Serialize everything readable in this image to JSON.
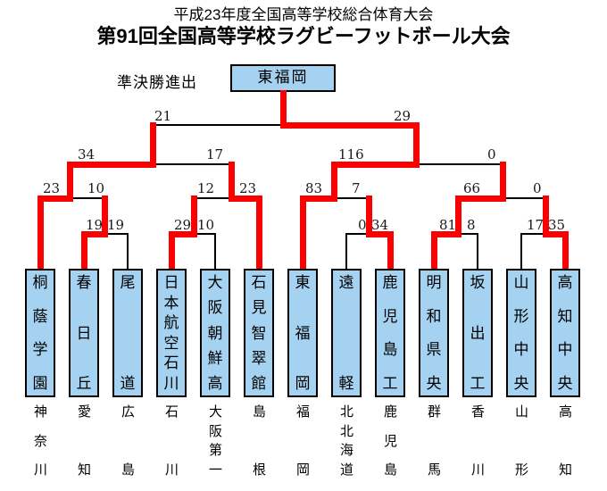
{
  "header": {
    "title": "平成23年度全国高等学校総合体育大会",
    "subtitle": "第91回全国高等学校ラグビーフットボール大会"
  },
  "bracket": {
    "advance_label": "準決勝進出",
    "champion": "東福岡",
    "matches": {
      "final": {
        "left_score": "21",
        "right_score": "29",
        "winner": "right"
      },
      "semi_left": {
        "left_score": "34",
        "right_score": "17",
        "winner": "left"
      },
      "semi_right": {
        "left_score": "116",
        "right_score": "0",
        "winner": "left"
      },
      "qf_left1": {
        "left_score": "23",
        "right_score": "10",
        "winner": "left"
      },
      "qf_left2": {
        "left_score": "12",
        "right_score": "23",
        "winner": "right"
      },
      "qf_right1": {
        "left_score": "83",
        "right_score": "7",
        "winner": "left"
      },
      "qf_right2": {
        "left_score": "66",
        "right_score": "0",
        "winner": "left"
      },
      "r1_m1": {
        "left_score": "19",
        "right_score": "19",
        "winner": "left"
      },
      "r1_m2": {
        "left_score": "29",
        "right_score": "10",
        "winner": "left"
      },
      "r1_m3": {
        "left_score": "0",
        "right_score": "34",
        "winner": "right"
      },
      "r1_m4": {
        "left_score": "81",
        "right_score": "8",
        "winner": "left"
      },
      "r1_m5": {
        "left_score": "17",
        "right_score": "35",
        "winner": "right"
      }
    },
    "teams": [
      {
        "name": "桐蔭学園",
        "prefecture": "神奈川"
      },
      {
        "name": "春日丘",
        "prefecture": "愛知"
      },
      {
        "name": "尾道",
        "prefecture": "広島"
      },
      {
        "name": "日本航空石川",
        "prefecture": "石川"
      },
      {
        "name": "大阪朝鮮高",
        "prefecture": "大阪第一"
      },
      {
        "name": "石見智翠館",
        "prefecture": "島根"
      },
      {
        "name": "東福岡",
        "prefecture": "福岡"
      },
      {
        "name": "遠軽",
        "prefecture": "北北海道"
      },
      {
        "name": "鹿児島工",
        "prefecture": "鹿児島"
      },
      {
        "name": "明和県央",
        "prefecture": "群馬"
      },
      {
        "name": "坂出工",
        "prefecture": "香川"
      },
      {
        "name": "山形中央",
        "prefecture": "山形"
      },
      {
        "name": "高知中央",
        "prefecture": "高知"
      }
    ],
    "colors": {
      "winner_path": "#FB0000",
      "box_fill": "#A5D2F0",
      "line": "#000000"
    }
  }
}
